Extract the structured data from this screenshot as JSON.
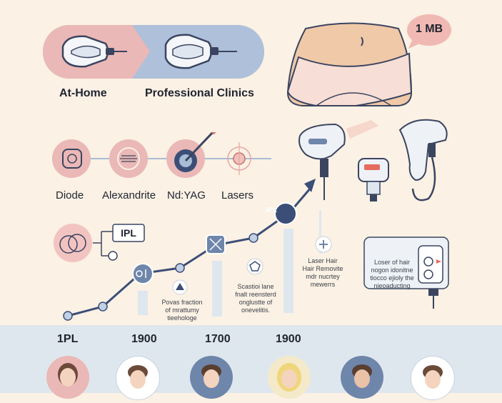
{
  "header": {
    "at_home_label": "At-Home",
    "professional_label": "Professional Clinics"
  },
  "file_badge": {
    "label": "1 MB"
  },
  "lasers": {
    "items": [
      {
        "label": "Diode"
      },
      {
        "label": "Alexandrite"
      },
      {
        "label": "Nd:YAG"
      },
      {
        "label": "Lasers"
      }
    ]
  },
  "ipl_box": {
    "label": "IPL",
    "node_label": "IPL"
  },
  "notes": {
    "note1": [
      "Povas fraction",
      "of mrattumy",
      "tieehologe"
    ],
    "note2": [
      "Scastioi lane",
      "fnalt reensterd",
      "onglustte of",
      "onevelitis."
    ],
    "note3": [
      "Laser Hair",
      "Hair Removite",
      "mdr nucrtey",
      "mewerrs"
    ]
  },
  "device_panel": {
    "lines": [
      "Loser of hair",
      "nogon idonitne",
      "tiocco ejioly the",
      "nieoaducting"
    ]
  },
  "timeline": {
    "years": [
      "1PL",
      "1900",
      "1700",
      "1900"
    ]
  },
  "colors": {
    "background": "#fbf1e4",
    "pink": "#e9b7b5",
    "blue": "#a9bcd6",
    "navy": "#3b4e78",
    "band": "#dfe7ee"
  }
}
